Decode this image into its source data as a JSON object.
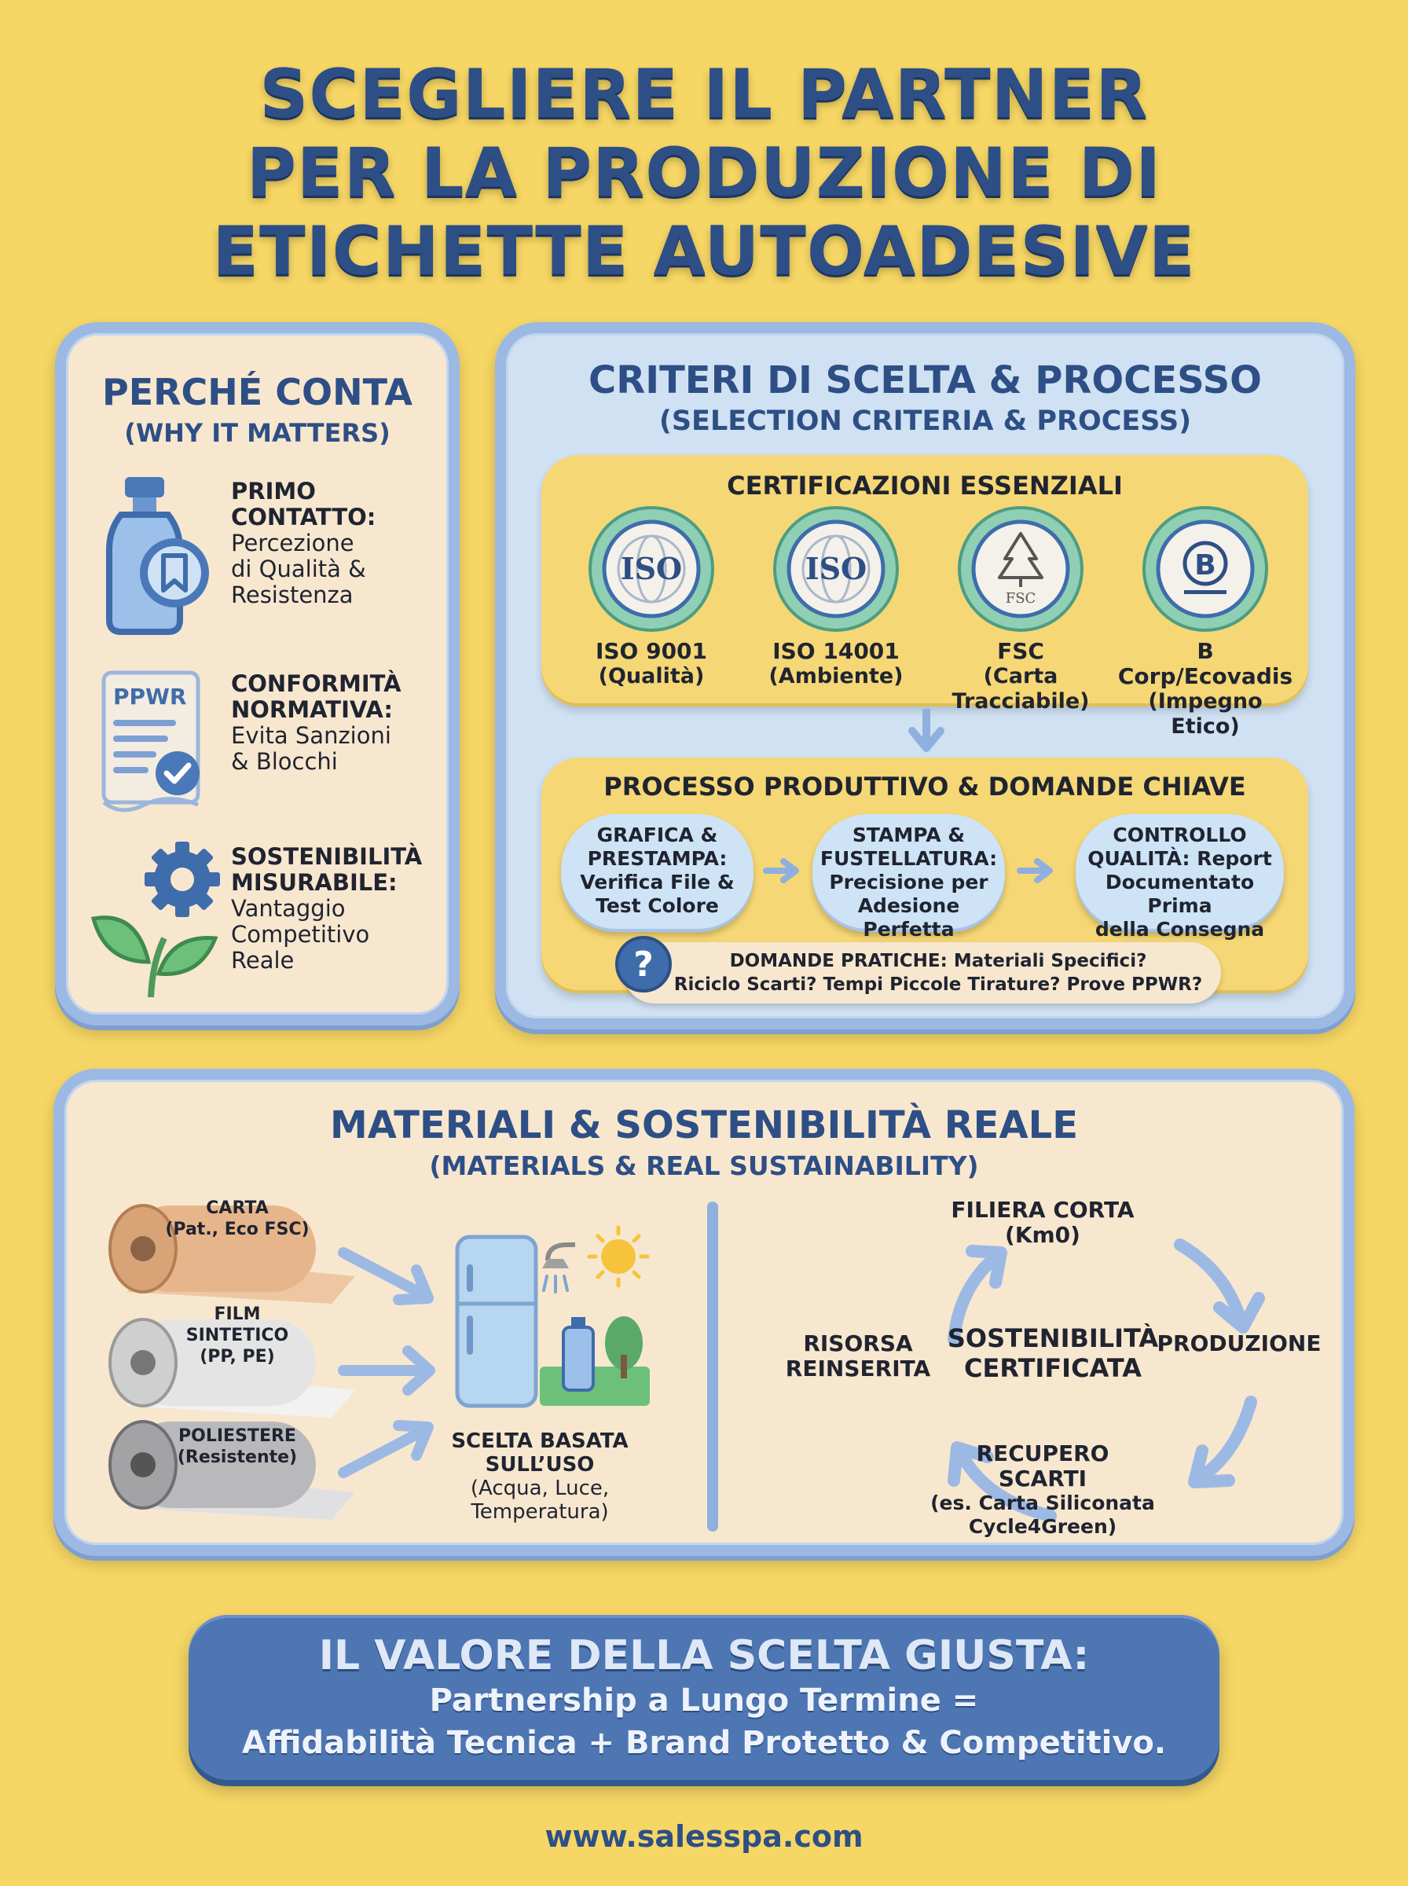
{
  "title_lines": [
    "SCEGLIERE IL PARTNER",
    "PER LA PRODUZIONE DI",
    "ETICHETTE AUTOADESIVE"
  ],
  "why": {
    "title": "PERCHÉ CONTA",
    "subtitle": "(WHY IT MATTERS)",
    "items": [
      {
        "icon": "bottle-label-icon",
        "bold": [
          "PRIMO",
          "CONTATTO:"
        ],
        "text": [
          "Percezione",
          "di Qualità &",
          "Resistenza"
        ]
      },
      {
        "icon": "ppwr-document-icon",
        "icon_text": "PPWR",
        "bold": [
          "CONFORMITÀ",
          "NORMATIVA:"
        ],
        "text": [
          "Evita Sanzioni",
          "& Blocchi"
        ]
      },
      {
        "icon": "leaf-gear-icon",
        "bold": [
          "SOSTENIBILITÀ",
          "MISURABILE:"
        ],
        "text": [
          "Vantaggio",
          "Competitivo",
          "Reale"
        ]
      }
    ]
  },
  "criteria": {
    "title": "CRITERI DI SCELTA & PROCESSO",
    "subtitle": "(SELECTION CRITERIA & PROCESS)",
    "cert_title": "CERTIFICAZIONI ESSENZIALI",
    "certs": [
      {
        "badge": "ISO",
        "name": "ISO 9001",
        "desc": "(Qualità)"
      },
      {
        "badge": "ISO",
        "name": "ISO 14001",
        "desc": "(Ambiente)"
      },
      {
        "badge": "FSC",
        "name": "FSC",
        "desc": "(Carta Tracciabile)"
      },
      {
        "badge": "B",
        "name": "B Corp/Ecovadis",
        "desc": "(Impegno Etico)"
      }
    ],
    "process_title": "PROCESSO PRODUTTIVO & DOMANDE CHIAVE",
    "steps": [
      {
        "lines": [
          "GRAFICA &",
          "PRESTAMPA:",
          "Verifica File &",
          "Test Colore"
        ]
      },
      {
        "lines": [
          "STAMPA &",
          "FUSTELLATURA:",
          "Precisione per",
          "Adesione Perfetta"
        ]
      },
      {
        "lines": [
          "CONTROLLO",
          "QUALITÀ: Report",
          "Documentato Prima",
          "della Consegna"
        ]
      }
    ],
    "question_mark": "?",
    "questions": [
      "DOMANDE PRATICHE: Materiali Specifici?",
      "Riciclo Scarti? Tempi Piccole Tirature? Prove PPWR?"
    ]
  },
  "materials": {
    "title": "MATERIALI & SOSTENIBILITÀ REALE",
    "subtitle": "(MATERIALS & REAL SUSTAINABILITY)",
    "rolls": [
      {
        "lines": [
          "CARTA",
          "(Pat., Eco FSC)"
        ],
        "color": "#e7b58c"
      },
      {
        "lines": [
          "FILM",
          "SINTETICO",
          "(PP, PE)"
        ],
        "color": "#e4e4e4"
      },
      {
        "lines": [
          "POLIESTERE",
          "(Resistente)"
        ],
        "color": "#b9b9bb"
      }
    ],
    "usage": {
      "bold": [
        "SCELTA BASATA",
        "SULL’USO"
      ],
      "text": [
        "(Acqua, Luce,",
        "Temperatura)"
      ]
    },
    "cycle": {
      "center": [
        "SOSTENIBILITÀ",
        "CERTIFICATA"
      ],
      "top": [
        "FILIERA CORTA",
        "(Km0)"
      ],
      "right": [
        "PRODUZIONE"
      ],
      "bottom": [
        "RECUPERO",
        "SCARTI",
        "(es. Carta Siliconata",
        "Cycle4Green)"
      ],
      "left": [
        "RISORSA",
        "REINSERITA"
      ]
    }
  },
  "banner": {
    "title": "IL VALORE DELLA SCELTA GIUSTA:",
    "lines": [
      "Partnership a Lungo Termine =",
      "Affidabilità Tecnica + Brand Protetto & Competitivo."
    ]
  },
  "website": "www.salesspa.com",
  "colors": {
    "background": "#f6d664",
    "accent": "#2d4f85",
    "panel_border": "#9cb9e4",
    "banner": "#4d76b3"
  }
}
